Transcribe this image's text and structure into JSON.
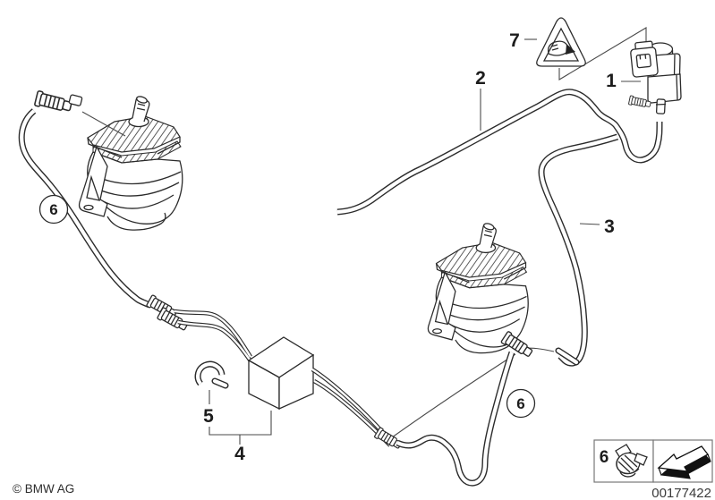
{
  "figure": {
    "description": "Vacuum control engine mount hose routing diagram",
    "colors": {
      "background": "#ffffff",
      "line": "#2b2b2b",
      "leader": "#4a4a4a",
      "arrow_fill": "#111111"
    },
    "icons": {
      "warning": "pinch-hazard-warning-triangle-icon",
      "legend_clip": "spring-clip-icon",
      "legend_arrow": "direction-arrow-icon"
    }
  },
  "callouts": {
    "valve": "1",
    "hose_front": "2",
    "hose_rear": "3",
    "distributor": "4",
    "clip": "5",
    "connector_left": "6",
    "connector_right": "6",
    "warning": "7"
  },
  "legend": {
    "number": "6"
  },
  "footer": {
    "copyright": "© BMW AG",
    "image_number": "00177422"
  }
}
